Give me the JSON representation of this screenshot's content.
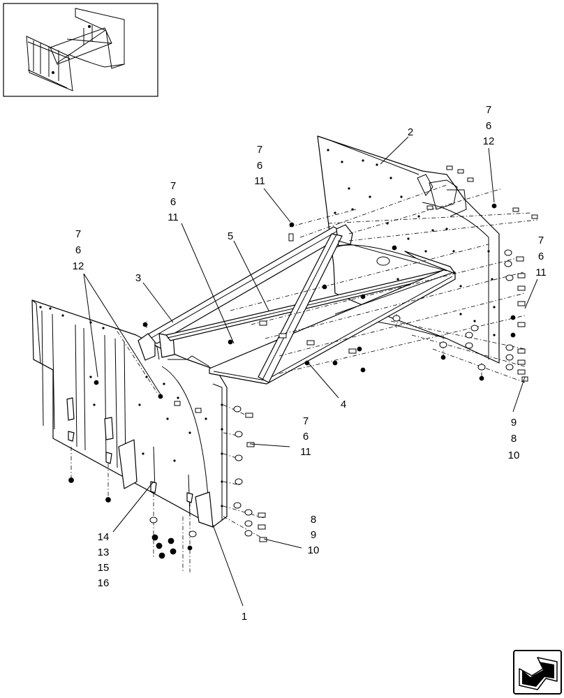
{
  "diagram": {
    "callouts": [
      {
        "id": "c-top-7-6-12",
        "lines": [
          "7",
          "6",
          "12"
        ]
      },
      {
        "id": "c-2",
        "lines": [
          "2"
        ]
      },
      {
        "id": "c-7-6-11-a",
        "lines": [
          "7",
          "6",
          "11"
        ]
      },
      {
        "id": "c-7-6-11-b",
        "lines": [
          "7",
          "6",
          "11"
        ]
      },
      {
        "id": "c-5",
        "lines": [
          "5"
        ]
      },
      {
        "id": "c-left-7-6-12",
        "lines": [
          "7",
          "6",
          "12"
        ]
      },
      {
        "id": "c-3",
        "lines": [
          "3"
        ]
      },
      {
        "id": "c-right-7-6-11",
        "lines": [
          "7",
          "6",
          "11"
        ]
      },
      {
        "id": "c-4",
        "lines": [
          "4"
        ]
      },
      {
        "id": "c-9-8-10",
        "lines": [
          "9",
          "8",
          "10"
        ]
      },
      {
        "id": "c-mid-7-6-11",
        "lines": [
          "7",
          "6",
          "11"
        ]
      },
      {
        "id": "c-8-9-10",
        "lines": [
          "8",
          "9",
          "10"
        ]
      },
      {
        "id": "c-14-13-15-16",
        "lines": [
          "14",
          "13",
          "15",
          "16"
        ]
      },
      {
        "id": "c-1",
        "lines": [
          "1"
        ]
      }
    ]
  }
}
